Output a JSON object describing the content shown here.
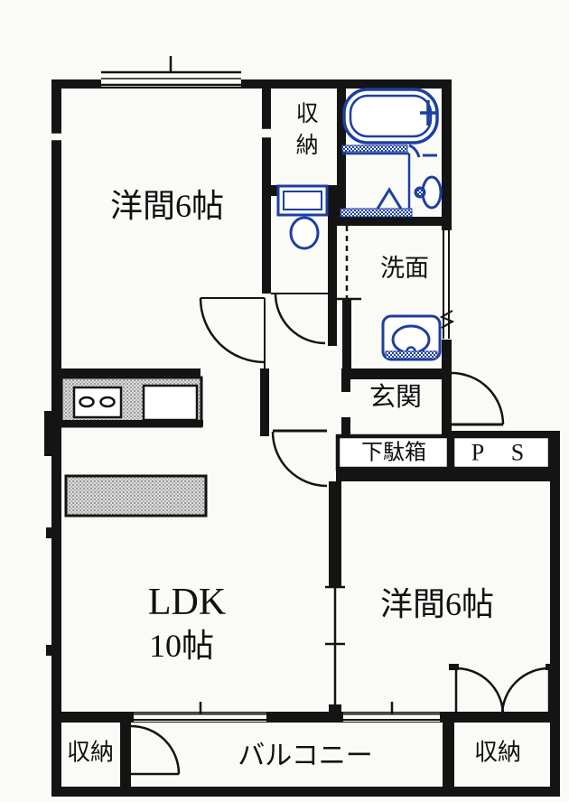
{
  "plan": {
    "title": "apartment-floor-plan",
    "rooms": {
      "bedroom_top": "洋間6帖",
      "closet_top": "収納",
      "washroom": "洗面",
      "entrance": "玄関",
      "shoe_cabinet": "下駄箱",
      "pipe_space": "P S",
      "ldk_name": "LDK",
      "ldk_size": "10帖",
      "bedroom_right": "洋間6帖",
      "storage_left": "収納",
      "balcony": "バルコニー",
      "storage_right": "収納"
    },
    "colors": {
      "wall": "#141414",
      "fixture_blue": "#1d3fa0",
      "counter_hatch": "#dcdcdc",
      "paper": "#fafaf7"
    }
  }
}
